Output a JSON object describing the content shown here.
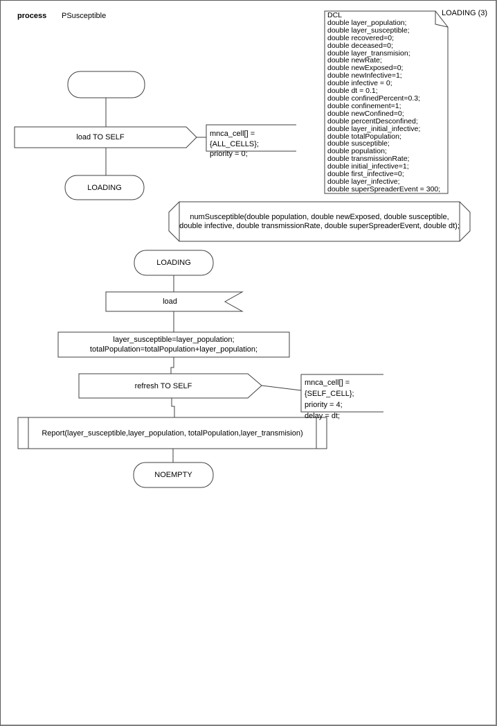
{
  "header": {
    "kind_label": "process",
    "process_name": "PSusceptible",
    "page_label": "LOADING (3)"
  },
  "declarations": {
    "text": "DCL\ndouble layer_population;\ndouble layer_susceptible;\ndouble recovered=0;\ndouble deceased=0;\ndouble layer_transmision;\ndouble newRate;\ndouble newExposed=0;\ndouble newInfective=1;\ndouble infective = 0;\ndouble dt = 0.1;\ndouble confinedPercent=0.3;\ndouble confinement=1;\ndouble newConfined=0;\ndouble percentDesconfined;\ndouble layer_initial_infective;\ndouble totalPopulation;\ndouble susceptible;\ndouble population;\ndouble transmissionRate;\ndouble initial_infective=1;\ndouble first_infective=0;\ndouble layer_infective;\ndouble superSpreaderEvent = 300;"
  },
  "flow": {
    "start_state": {
      "label": ""
    },
    "output_load": {
      "label": "load TO SELF"
    },
    "comment_load": {
      "text": "mnca_cell[] = {ALL_CELLS};\npriority = 0;"
    },
    "state_loading_next": {
      "label": "LOADING"
    },
    "procedure_decl": {
      "text": "numSusceptible(double population, double newExposed, double susceptible,\ndouble infective, double transmissionRate, double superSpreaderEvent, double dt);"
    },
    "state_loading": {
      "label": "LOADING"
    },
    "input_load": {
      "label": "load"
    },
    "task_assign": {
      "text": "layer_susceptible=layer_population;\ntotalPopulation=totalPopulation+layer_population;"
    },
    "output_refresh": {
      "label": "refresh TO SELF"
    },
    "comment_refresh": {
      "text": "mnca_cell[] = {SELF_CELL};\npriority = 4;\ndelay = dt;"
    },
    "procedure_call": {
      "label": "Report(layer_susceptible,layer_population, totalPopulation,layer_transmision)"
    },
    "state_noempty": {
      "label": "NOEMPTY"
    }
  },
  "colors": {
    "stroke": "#3f3f3f",
    "text": "#000000",
    "background": "#ffffff",
    "page_border": "#7f7f7f"
  }
}
